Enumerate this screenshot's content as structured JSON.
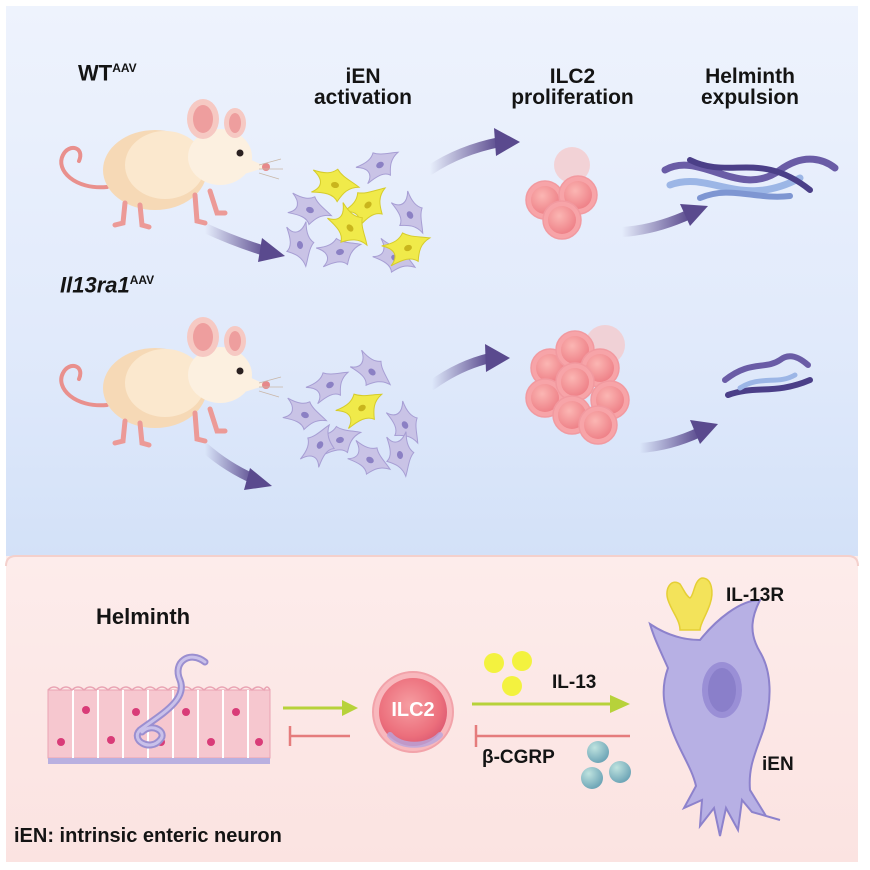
{
  "panel_top": {
    "rows": [
      {
        "genotype": "WT",
        "genotype_sup": "AAV"
      },
      {
        "genotype": "Il13ra1",
        "genotype_sup": "AAV"
      }
    ],
    "column_headers": [
      {
        "line1": "iEN",
        "line2": "activation"
      },
      {
        "line1": "ILC2",
        "line2": "proliferation"
      },
      {
        "line1": "Helminth",
        "line2": "expulsion"
      }
    ]
  },
  "panel_bottom": {
    "helminth_label": "Helminth",
    "ilc2_label": "ILC2",
    "il13_label": "IL-13",
    "il13r_label": "IL-13R",
    "cgrp_label": "β-CGRP",
    "ien_label": "iEN",
    "footnote": "iEN: intrinsic enteric neuron"
  },
  "colors": {
    "arrow_purple": "#5a4a8e",
    "activation_green": "#b7d23a",
    "inhibition_red": "#e57c7c",
    "ilc2_pink": "#f28b8f",
    "neuron_lavender": "#c9c3e6",
    "activated_neuron_yellow": "#f0ea4a",
    "top_bg": "#e3ecfb",
    "bottom_bg": "#fbe6e4"
  }
}
